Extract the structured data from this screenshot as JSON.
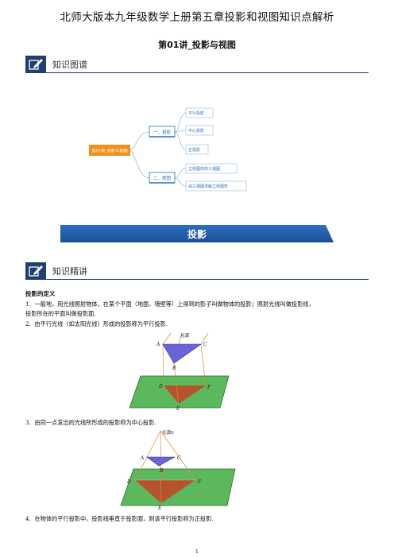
{
  "header": {
    "doc_title": "北师大版本九年级数学上册第五章投影和视图知识点解析",
    "lesson_title": "第01讲_投影与视图"
  },
  "banners": {
    "knowledge_map": "知识图谱",
    "knowledge_detail": "知识精讲"
  },
  "mindmap": {
    "root": "第01讲_投影与视图",
    "branches": [
      {
        "label": "一、投影",
        "children": [
          "平行投影",
          "中心投影",
          "正投影"
        ]
      },
      {
        "label": "二、视图",
        "children": [
          "立体图形的三视图",
          "由三视图求解立体图形"
        ]
      }
    ]
  },
  "section_banner": "投影",
  "content": {
    "heading": "投影的定义",
    "items": [
      {
        "num": "1.",
        "text": "一般地，用光线照射物体，在某个平面（地面、墙壁等）上得到的影子叫做物体的投影；照射光线叫做投影线，",
        "cont": "投影所在的平面叫做投影面."
      },
      {
        "num": "2.",
        "text": "由平行光线（如太阳光线）形成的投影称为平行投影."
      },
      {
        "num": "3.",
        "text": "由同一点发出的光线所形成的投影称为中心投影."
      },
      {
        "num": "4.",
        "text": "在物体的平行投影中，投影线垂直于投影面，则该平行投影称为正投影."
      }
    ]
  },
  "figure1": {
    "source_label": "光源",
    "labels": [
      "A",
      "B",
      "C",
      "D",
      "E",
      "F"
    ]
  },
  "figure2": {
    "source_label": "光源S",
    "labels": [
      "A",
      "B",
      "C",
      "D",
      "E",
      "F"
    ]
  },
  "page_number": "1",
  "colors": {
    "banner_navy": "#1f3f73",
    "section_blue": "#2d6fc0",
    "mindmap_root": "#f0901e",
    "plane_green": "#5cb85c",
    "triangle_blue": "#6a64d8",
    "shadow_brown": "#b5532c"
  }
}
